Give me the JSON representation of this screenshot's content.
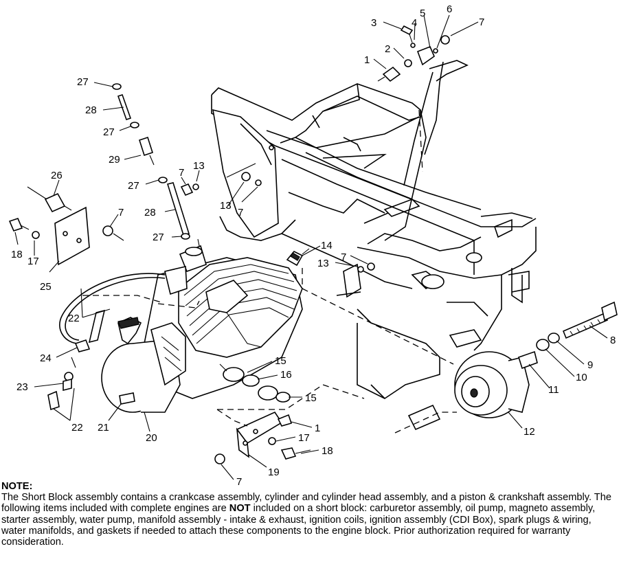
{
  "callouts": [
    {
      "id": "c3",
      "text": "3"
    },
    {
      "id": "c4",
      "text": "4"
    },
    {
      "id": "c5",
      "text": "5"
    },
    {
      "id": "c6",
      "text": "6"
    },
    {
      "id": "c7a",
      "text": "7"
    },
    {
      "id": "c2",
      "text": "2"
    },
    {
      "id": "c1a",
      "text": "1"
    },
    {
      "id": "c27a",
      "text": "27"
    },
    {
      "id": "c28a",
      "text": "28"
    },
    {
      "id": "c27b",
      "text": "27"
    },
    {
      "id": "c29",
      "text": "29"
    },
    {
      "id": "c7b",
      "text": "7"
    },
    {
      "id": "c13a",
      "text": "13"
    },
    {
      "id": "c27c",
      "text": "27"
    },
    {
      "id": "c13b",
      "text": "13"
    },
    {
      "id": "c7c",
      "text": "7"
    },
    {
      "id": "c26",
      "text": "26"
    },
    {
      "id": "c7d",
      "text": "7"
    },
    {
      "id": "c28b",
      "text": "28"
    },
    {
      "id": "c27d",
      "text": "27"
    },
    {
      "id": "c18a",
      "text": "18"
    },
    {
      "id": "c17a",
      "text": "17"
    },
    {
      "id": "c25",
      "text": "25"
    },
    {
      "id": "c14",
      "text": "14"
    },
    {
      "id": "c13c",
      "text": "13"
    },
    {
      "id": "c7e",
      "text": "7"
    },
    {
      "id": "c22a",
      "text": "22"
    },
    {
      "id": "c24",
      "text": "24"
    },
    {
      "id": "c23",
      "text": "23"
    },
    {
      "id": "c22b",
      "text": "22"
    },
    {
      "id": "c21",
      "text": "21"
    },
    {
      "id": "c20",
      "text": "20"
    },
    {
      "id": "c15a",
      "text": "15"
    },
    {
      "id": "c16",
      "text": "16"
    },
    {
      "id": "c15b",
      "text": "15"
    },
    {
      "id": "c1b",
      "text": "1"
    },
    {
      "id": "c17b",
      "text": "17"
    },
    {
      "id": "c18b",
      "text": "18"
    },
    {
      "id": "c19",
      "text": "19"
    },
    {
      "id": "c7f",
      "text": "7"
    },
    {
      "id": "c8",
      "text": "8"
    },
    {
      "id": "c9",
      "text": "9"
    },
    {
      "id": "c10",
      "text": "10"
    },
    {
      "id": "c11",
      "text": "11"
    },
    {
      "id": "c12",
      "text": "12"
    }
  ],
  "note": {
    "title": "NOTE:",
    "body_before": "The Short Block assembly contains a crankcase assembly, cylinder and cylinder head assembly, and a piston & crankshaft assembly.  The following items included with complete engines are ",
    "body_emphasis": "NOT",
    "body_after": " included on a short block:  carburetor assembly, oil pump, magneto assembly, starter assembly, water pump, manifold assembly - intake & exhaust, ignition coils, ignition assembly (CDI Box), spark plugs & wiring, water manifolds, and gaskets if needed to attach these components to the engine block.  Prior authorization required for warranty consideration."
  }
}
